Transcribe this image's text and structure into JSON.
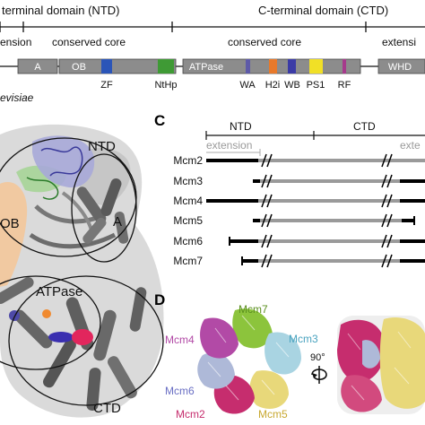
{
  "panel_a": {
    "ntd_label": "terminal domain (NTD)",
    "ctd_label": "C-terminal domain (CTD)",
    "extension_left": "ension",
    "conserved_core_left": "conserved core",
    "conserved_core_right": "conserved core",
    "extension_right": "extensi",
    "box_a": "A",
    "box_ob": "OB",
    "box_atpase": "ATPase",
    "box_whd": "WHD",
    "motif_zf": "ZF",
    "motif_nthp": "NtHp",
    "motif_wa": "WA",
    "motif_h2i": "H2i",
    "motif_wb": "WB",
    "motif_ps1": "PS1",
    "motif_rf": "RF",
    "species": "evisiae",
    "colors": {
      "zf": "#2b55b8",
      "nthp": "#3f9a35",
      "wa": "#5e5aa8",
      "h2i": "#e8792a",
      "wb": "#3b3ba6",
      "ps1": "#f1e026",
      "rf": "#a63a8c",
      "bar": "#8c8c8c"
    }
  },
  "panel_b": {
    "ntd": "NTD",
    "a": "A",
    "ob": "OB",
    "atpase": "ATPase",
    "ctd": "CTD"
  },
  "panel_c": {
    "letter": "C",
    "ntd": "NTD",
    "ctd": "CTD",
    "extension": "extension",
    "extension_right": "exte",
    "rows": [
      "Mcm2",
      "Mcm3",
      "Mcm4",
      "Mcm5",
      "Mcm6",
      "Mcm7"
    ]
  },
  "panel_d": {
    "letter": "D",
    "mcm7": "Mcm7",
    "mcm4": "Mcm4",
    "mcm3": "Mcm3",
    "mcm6": "Mcm6",
    "mcm2": "Mcm2",
    "mcm5": "Mcm5",
    "rotation": "90°",
    "colors": {
      "mcm2": "#c62d6e",
      "mcm3": "#7fc4d8",
      "mcm4": "#b24aa6",
      "mcm5": "#e8d87a",
      "mcm6": "#8c8fd0",
      "mcm7": "#8cc43c"
    }
  }
}
